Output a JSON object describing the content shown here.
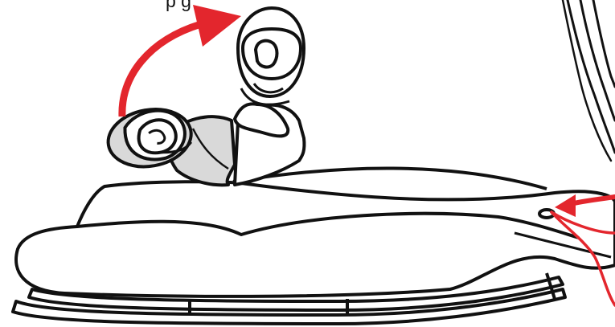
{
  "caption": {
    "text": "p                       g"
  },
  "colors": {
    "outline": "#111111",
    "fill": "#ffffff",
    "shade": "#d9d9d9",
    "arrow": "#e3262d"
  },
  "icons": {
    "head_tilted": "helmeted-head-tilted",
    "head_upright": "helmeted-head-upright"
  }
}
